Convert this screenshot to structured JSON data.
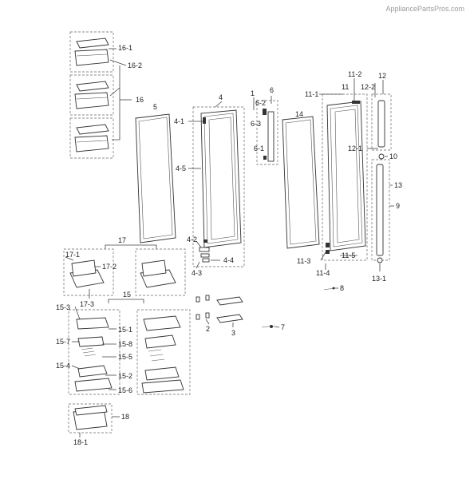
{
  "watermark": "AppliancePartsPros.com",
  "callouts": {
    "c16_1": "16-1",
    "c16_2": "16-2",
    "c16": "16",
    "c5": "5",
    "c4": "4",
    "c4_1": "4-1",
    "c4_5": "4-5",
    "c4_2": "4-2",
    "c4_4": "4-4",
    "c4_3": "4-3",
    "c1": "1",
    "c6": "6",
    "c6_2": "6-2",
    "c6_3": "6-3",
    "c6_1": "6-1",
    "c14": "14",
    "c11_1": "11-1",
    "c11": "11",
    "c11_2": "11-2",
    "c12_2": "12-2",
    "c12": "12",
    "c12_1": "12-1",
    "c10": "10",
    "c13": "13",
    "c9": "9",
    "c11_3": "11-3",
    "c11_5": "11-5",
    "c11_4": "11-4",
    "c13_1": "13-1",
    "c8": "8",
    "c7": "7",
    "c2": "2",
    "c3": "3",
    "c17": "17",
    "c17_1": "17-1",
    "c17_2": "17-2",
    "c17_3": "17-3",
    "c15": "15",
    "c15_3": "15-3",
    "c15_1": "15-1",
    "c15_7": "15-7",
    "c15_8": "15-8",
    "c15_5": "15-5",
    "c15_4": "15-4",
    "c15_2": "15-2",
    "c15_6": "15-6",
    "c18": "18",
    "c18_1": "18-1"
  }
}
